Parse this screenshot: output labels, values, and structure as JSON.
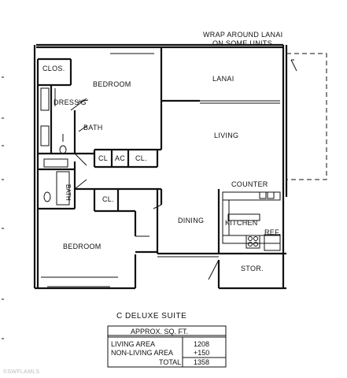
{
  "note": {
    "line1": "WRAP AROUND LANAI",
    "line2": "ON SOME UNITS"
  },
  "rooms": {
    "clos": "CLOS.",
    "bedroom_top": "BEDROOM",
    "dressing": "DRESS'G",
    "bath_top": "BATH",
    "bath_side": "BATH",
    "lanai": "LANAI",
    "living": "LIVING",
    "cl1": "CL",
    "ac": "AC",
    "cl2": "CL.",
    "cl3": "CL.",
    "counter": "COUNTER",
    "dining": "DINING",
    "kitchen": "KITCHEN",
    "ref": "REF.",
    "bedroom_bottom": "BEDROOM",
    "stor": "STOR."
  },
  "plan_title": "C   DELUXE SUITE",
  "area_table": {
    "header": "APPROX. SQ. FT.",
    "rows": [
      {
        "label": "LIVING AREA",
        "value": "1208"
      },
      {
        "label": "NON-LIVING AREA",
        "value": "+150"
      },
      {
        "label": "TOTAL",
        "value": "1358"
      }
    ]
  },
  "watermark": "©SWFLAMLS"
}
